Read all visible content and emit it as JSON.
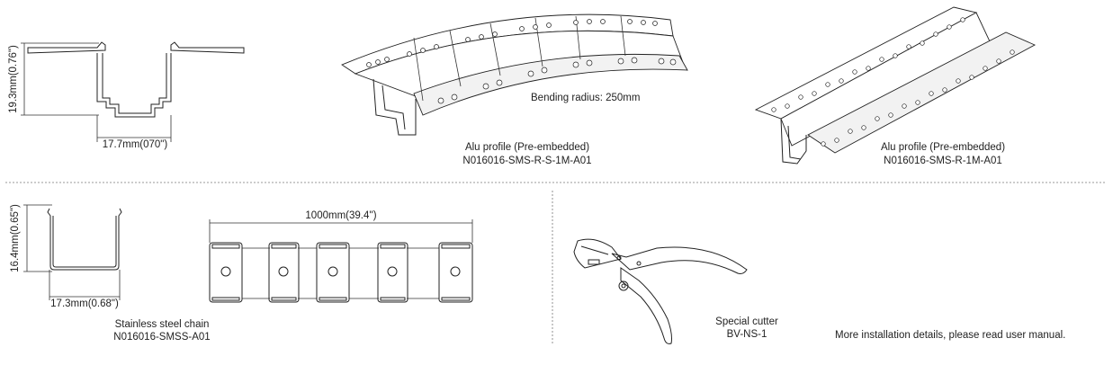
{
  "top_left": {
    "height_label": "19.3mm(0.76\")",
    "width_label": "17.7mm(070\")"
  },
  "curved_profile": {
    "bending_label": "Bending radius: 250mm",
    "title": "Alu profile (Pre-embedded)",
    "code": "N016016-SMS-R-S-1M-A01"
  },
  "straight_profile": {
    "title": "Alu profile (Pre-embedded)",
    "code": "N016016-SMS-R-1M-A01"
  },
  "chain_section": {
    "height_label": "16.4mm(0.65\")",
    "width_label": "17.3mm(0.68\")",
    "title": "Stainless steel chain",
    "code": "N016016-SMSS-A01"
  },
  "chain": {
    "length_label": "1000mm(39.4'')"
  },
  "cutter": {
    "title": "Special cutter",
    "code": "BV-NS-1"
  },
  "note": "More installation details, please read user manual."
}
